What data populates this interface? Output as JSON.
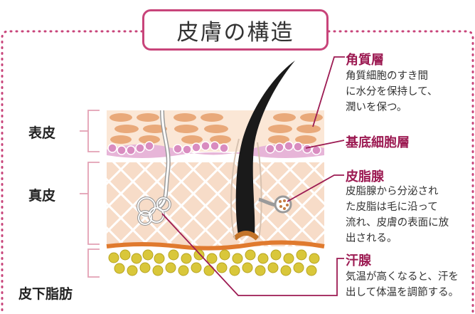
{
  "title": "皮膚の構造",
  "layers": {
    "epidermis": "表皮",
    "dermis": "真皮",
    "subcutis": "皮下脂肪"
  },
  "callouts": {
    "stratum_corneum": {
      "heading": "角質層",
      "text": "角質細胞のすき間\nに水分を保持して、\n潤いを保つ。"
    },
    "basal_layer": {
      "heading": "基底細胞層"
    },
    "sebaceous_gland": {
      "heading": "皮脂腺",
      "text": "皮脂腺から分泌され\nた皮脂は毛に沿って\n流れ、皮膚の表面に放\n出される。"
    },
    "sweat_gland": {
      "heading": "汗腺",
      "text": "気温が高くなると、汗を\n出して体温を調節する。"
    }
  },
  "colors": {
    "accent": "#c8447a",
    "heading": "#9c1a52",
    "bracket": "#e3a0b4",
    "epidermis_cells": "#e9a97a",
    "basal_cells": "#d98cc0",
    "dermis": "#f7dcc8",
    "fat": "#d9c73a",
    "hair": "#1a1a1a"
  }
}
